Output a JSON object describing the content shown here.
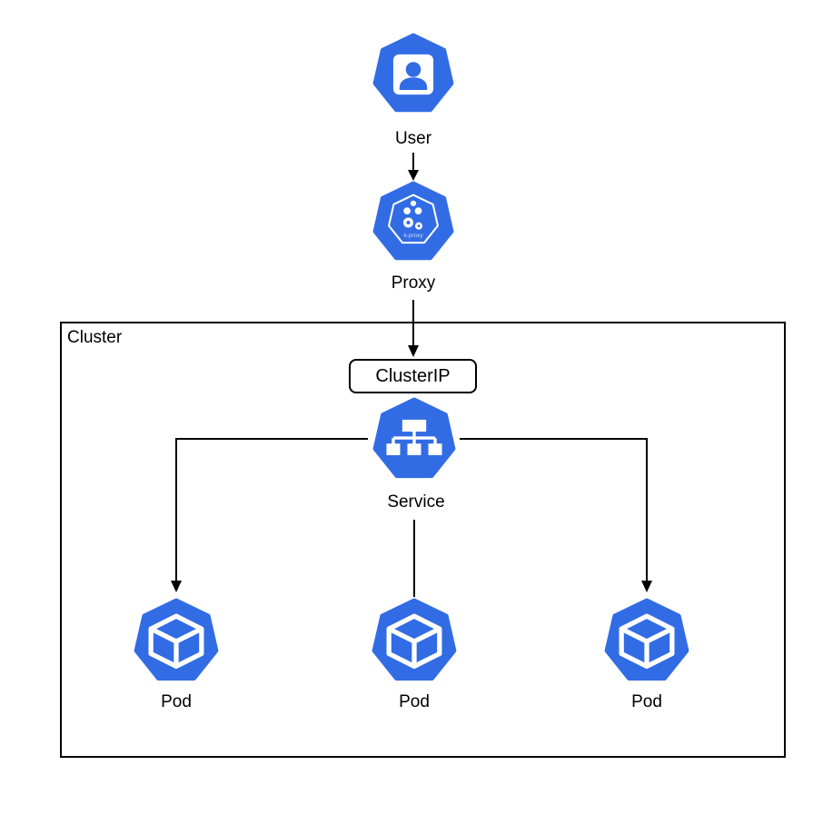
{
  "diagram": {
    "colors": {
      "kubernetes_blue": "#326CE5",
      "line": "#000000",
      "background": "#FFFFFF"
    },
    "nodes": {
      "user": {
        "label": "User",
        "icon": "user-person-icon"
      },
      "proxy": {
        "label": "Proxy",
        "icon": "k-proxy-gears-icon",
        "icon_text": "k-proxy"
      },
      "cluster": {
        "label": "Cluster"
      },
      "cluster_ip": {
        "label": "ClusterIP"
      },
      "service": {
        "label": "Service",
        "icon": "service-tree-icon"
      },
      "pods": [
        {
          "label": "Pod",
          "icon": "pod-cube-icon"
        },
        {
          "label": "Pod",
          "icon": "pod-cube-icon"
        },
        {
          "label": "Pod",
          "icon": "pod-cube-icon"
        }
      ]
    },
    "edges": [
      {
        "from": "User",
        "to": "Proxy",
        "arrow": true
      },
      {
        "from": "Proxy",
        "to": "ClusterIP",
        "arrow": true
      },
      {
        "from": "Service",
        "to": "Pod-left",
        "arrow": true
      },
      {
        "from": "Service",
        "to": "Pod-middle",
        "arrow": false
      },
      {
        "from": "Service",
        "to": "Pod-right",
        "arrow": true
      }
    ]
  }
}
